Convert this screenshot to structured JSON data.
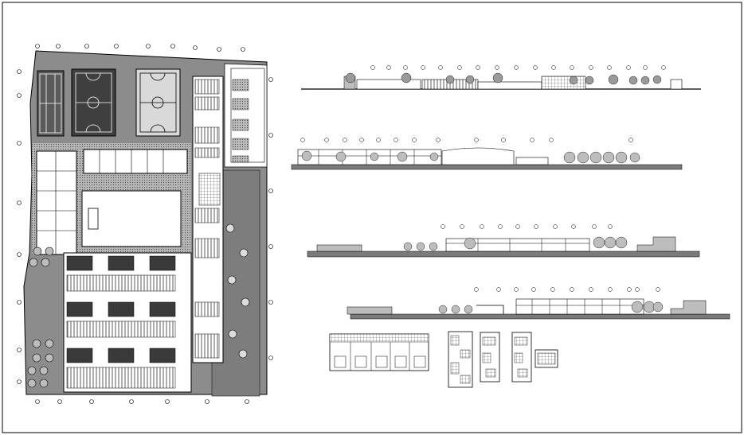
{
  "sheet": {
    "background": "#ffffff",
    "line_color": "#000000",
    "site_fill": "#8c8c8c",
    "ground_fill": "#7a7a7a",
    "tree_fill": "#a8a8a8"
  },
  "views": [
    {
      "kind": "site-plan"
    },
    {
      "kind": "elevation"
    },
    {
      "kind": "elevation"
    },
    {
      "kind": "elevation"
    },
    {
      "kind": "elevation"
    },
    {
      "kind": "detail-plan"
    },
    {
      "kind": "detail-plan"
    },
    {
      "kind": "detail-plan"
    },
    {
      "kind": "detail-plan"
    },
    {
      "kind": "detail-plan"
    }
  ]
}
